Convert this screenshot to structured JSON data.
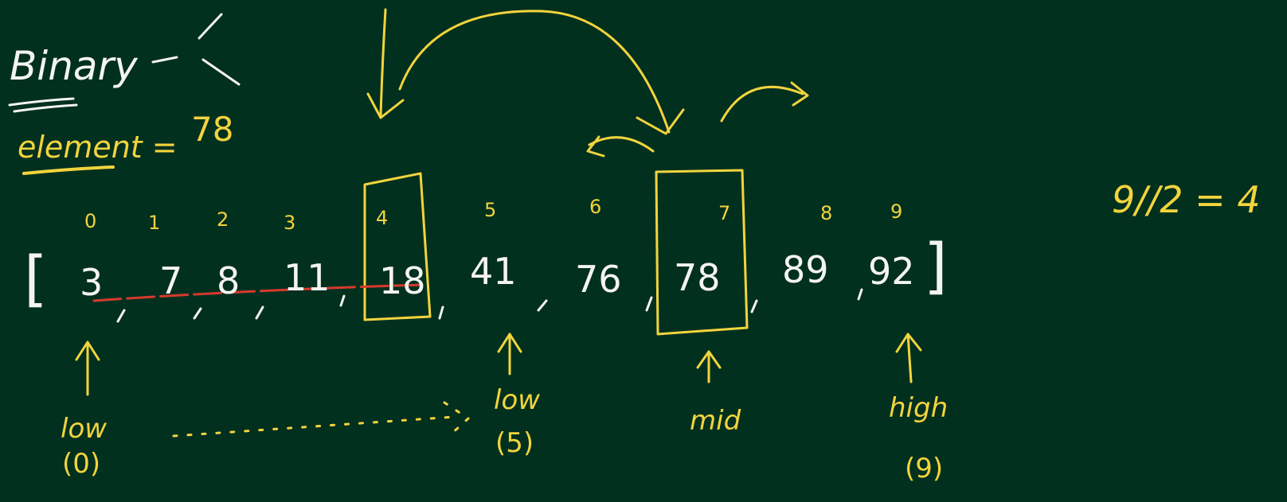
{
  "heading": {
    "title": "Binary",
    "element_label": "element =",
    "element_value": "78"
  },
  "array": {
    "open_bracket": "[",
    "close_bracket": "]",
    "indices": [
      "0",
      "1",
      "2",
      "3",
      "4",
      "5",
      "6",
      "7",
      "8",
      "9"
    ],
    "values": [
      "3",
      "7",
      "8",
      "11",
      "18",
      "41",
      "76",
      "78",
      "89",
      "92"
    ]
  },
  "pointers": {
    "low_label": "low",
    "low_value": "(0)",
    "new_low_label": "low",
    "new_low_value": "(5)",
    "mid_label": "mid",
    "high_label": "high",
    "high_value": "(9)"
  },
  "calculation": {
    "expression": "9//2 = 4"
  },
  "colors": {
    "board": "#02301f",
    "chalk_white": "#f4f4f0",
    "chalk_yellow": "#f2d43d",
    "strike_red": "#d63a2c"
  }
}
